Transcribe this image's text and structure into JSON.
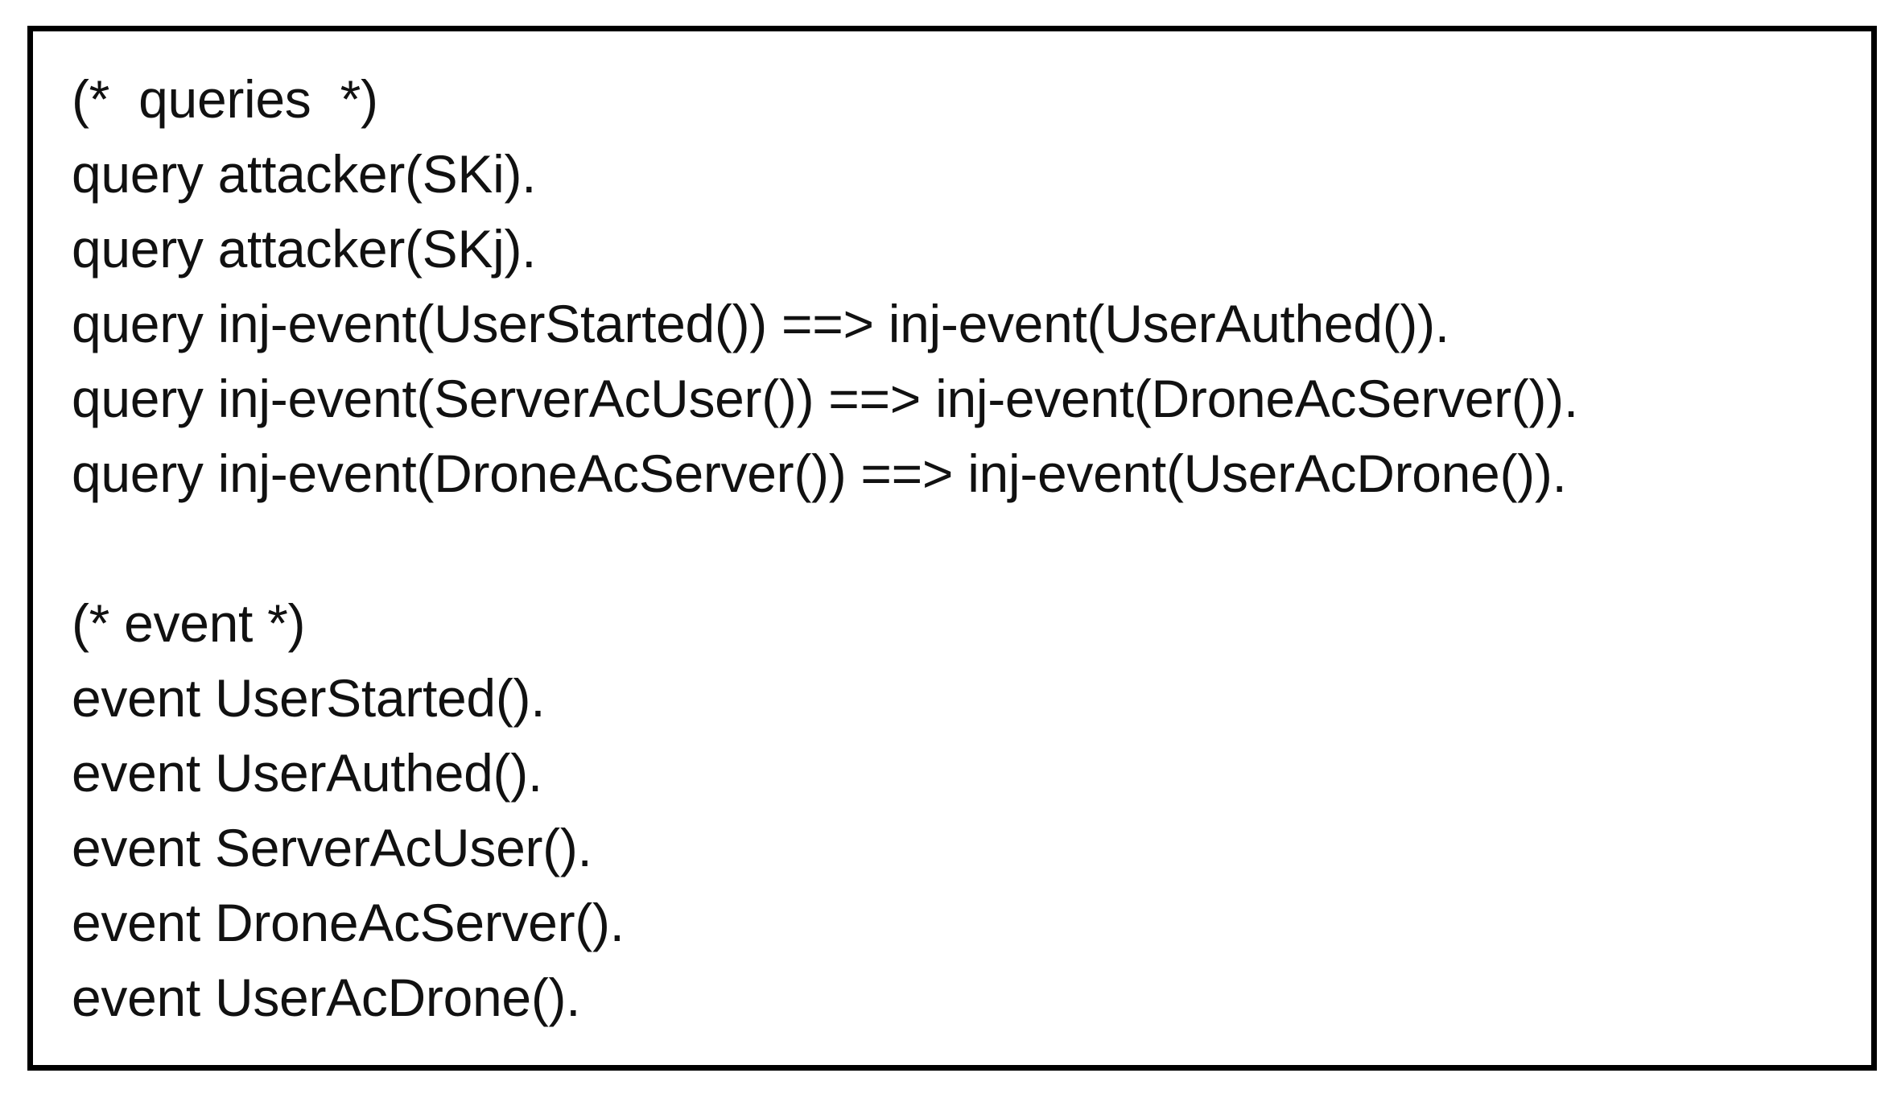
{
  "document": {
    "lines": [
      "(*  queries  *)",
      "query attacker(SKi).",
      "query attacker(SKj).",
      "query inj-event(UserStarted()) ==> inj-event(UserAuthed()).",
      "query inj-event(ServerAcUser()) ==> inj-event(DroneAcServer()).",
      "query inj-event(DroneAcServer()) ==> inj-event(UserAcDrone()).",
      "",
      "(* event *)",
      "event UserStarted().",
      "event UserAuthed().",
      "event ServerAcUser().",
      "event DroneAcServer().",
      "event UserAcDrone()."
    ]
  }
}
